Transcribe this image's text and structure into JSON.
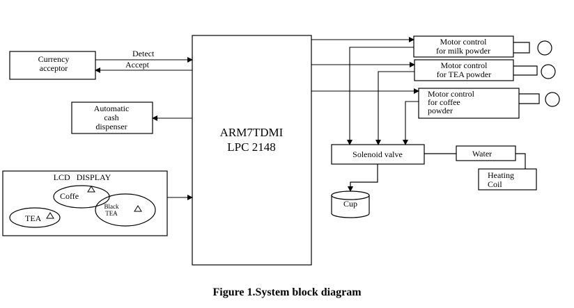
{
  "diagram": {
    "currency_acceptor": [
      "Currency",
      "acceptor"
    ],
    "signal_detect": "Detect",
    "signal_accept": "Accept",
    "cash_dispenser": [
      "Automatic",
      "cash",
      "dispenser"
    ],
    "lcd": {
      "title": "LCD   DISPLAY",
      "coffe": "Coffe",
      "black_tea": [
        "Black",
        "TEA"
      ],
      "tea": "TEA"
    },
    "processor": [
      "ARM7TDMI",
      "LPC 2148"
    ],
    "motor_milk": [
      "Motor control",
      "for milk powder"
    ],
    "motor_tea": [
      "Motor control",
      "for TEA powder"
    ],
    "motor_coffee": [
      "Motor control",
      "for coffee",
      "powder"
    ],
    "solenoid": "Solenoid valve",
    "water": "Water",
    "heating_coil": [
      "Heating",
      "Coil"
    ],
    "cup": "Cup"
  },
  "caption": {
    "bold_part": "Figure 1",
    "rest": ".System block diagram"
  }
}
